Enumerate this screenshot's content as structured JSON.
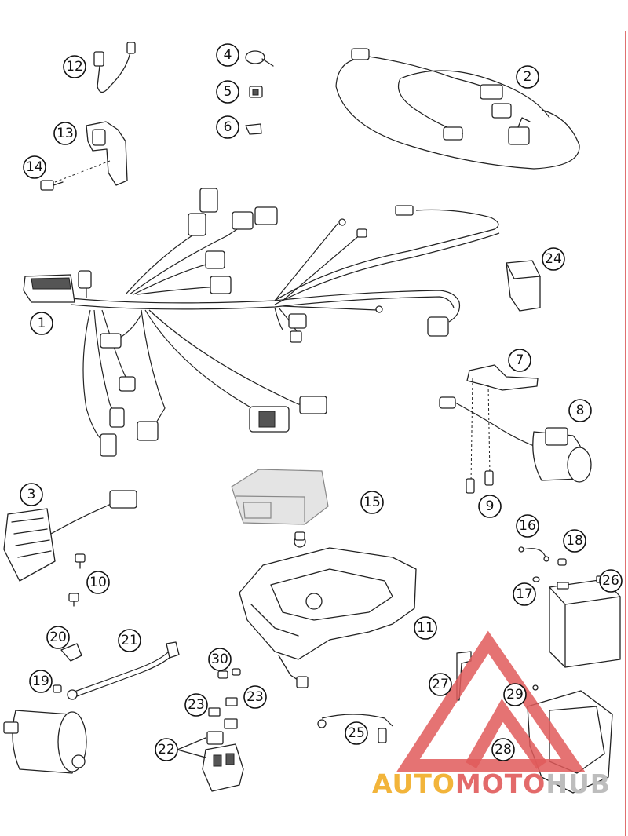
{
  "diagram": {
    "callouts": [
      "1",
      "2",
      "3",
      "4",
      "5",
      "6",
      "7",
      "8",
      "9",
      "10",
      "11",
      "12",
      "13",
      "14",
      "15",
      "16",
      "17",
      "18",
      "19",
      "20",
      "21",
      "22",
      "23",
      "23",
      "24",
      "25",
      "26",
      "27",
      "28",
      "29",
      "30"
    ]
  },
  "watermark": {
    "part1": "AUTO",
    "part2": "MOTO",
    "part3": "HUB",
    "colors": {
      "auto": "#f2b43a",
      "moto": "#e36a6a",
      "hub": "#bdbdbd",
      "triangle": "#e05a5a"
    }
  }
}
